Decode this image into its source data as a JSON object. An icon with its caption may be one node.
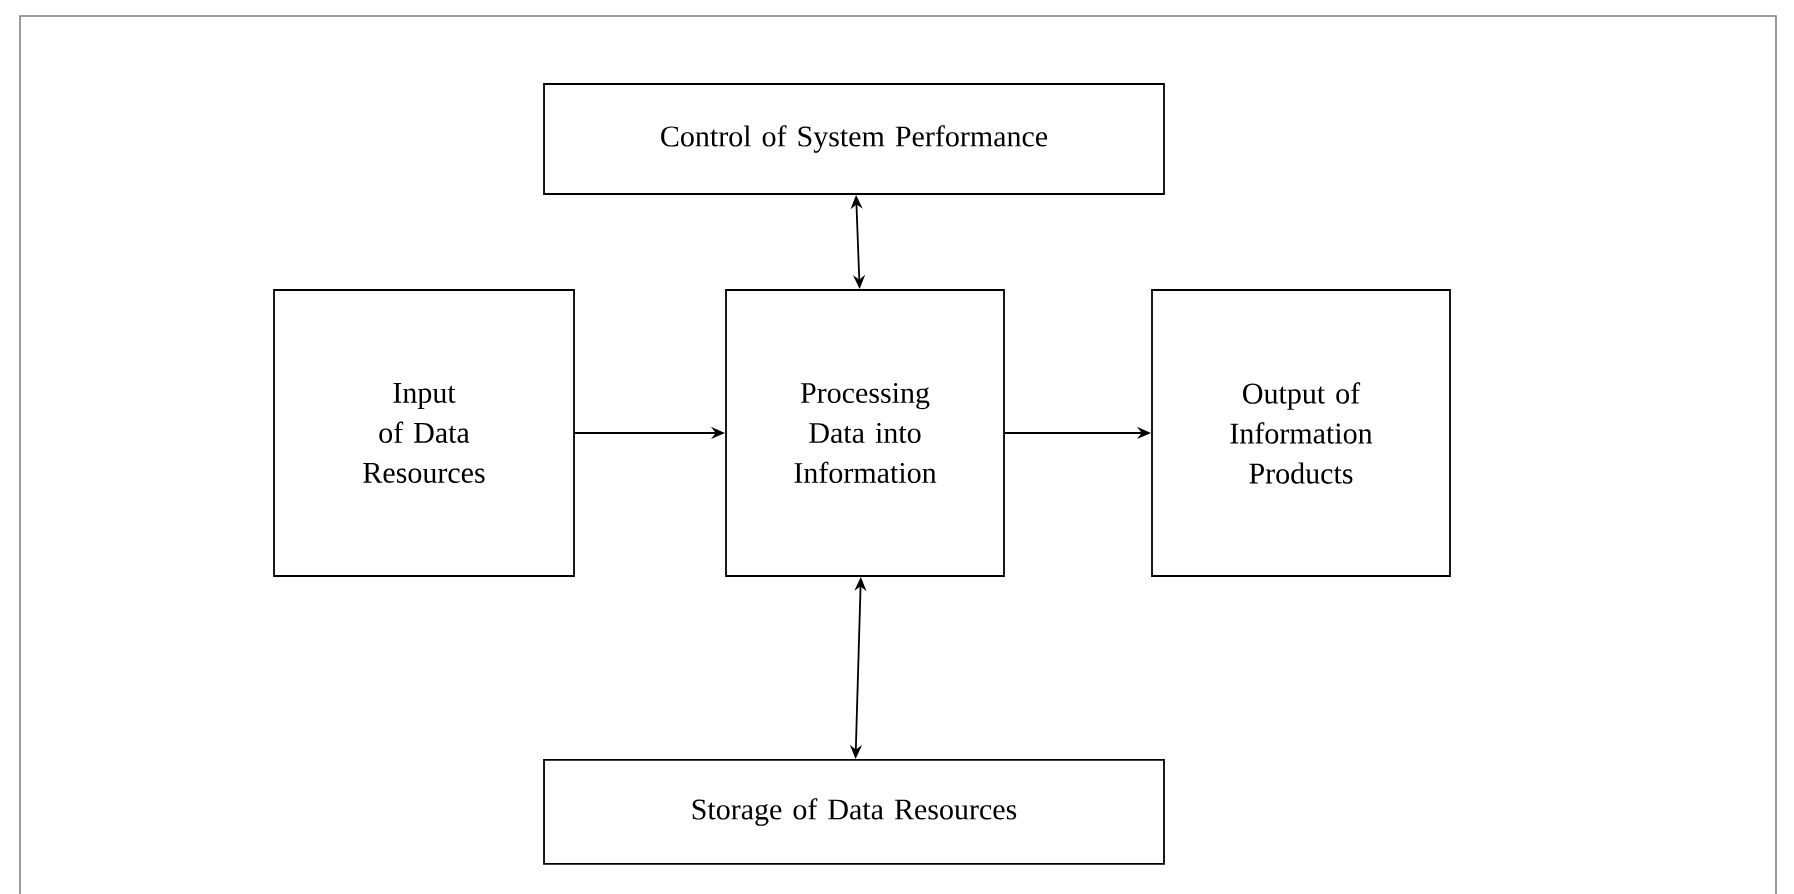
{
  "diagram": {
    "nodes": [
      {
        "text": [
          "Control of System Performance"
        ]
      },
      {
        "text": [
          "Input of Data Resources"
        ]
      },
      {
        "text": [
          "Processing Data into Information"
        ]
      },
      {
        "text": [
          "Output of Information Products"
        ]
      },
      {
        "text": [
          "Storage of Data Resources"
        ]
      }
    ],
    "edges": [
      {
        "from": 1,
        "to": 2,
        "arrow": "to"
      },
      {
        "from": 2,
        "to": 3,
        "arrow": "to"
      },
      {
        "from": 0,
        "to": 2,
        "arrow": "both"
      },
      {
        "from": 2,
        "to": 4,
        "arrow": "both"
      }
    ]
  }
}
